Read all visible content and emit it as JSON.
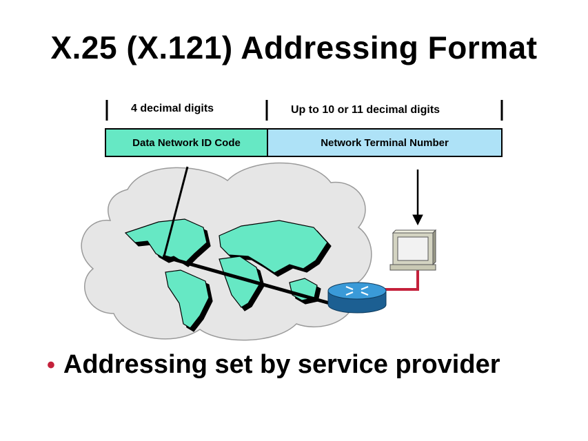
{
  "title": "X.25 (X.121) Addressing Format",
  "format": {
    "left_label": "4 decimal digits",
    "right_label": "Up to 10 or 11 decimal digits",
    "left_field": "Data Network ID Code",
    "right_field": "Network Terminal Number",
    "left_color": "#66e8c4",
    "right_color": "#aee2f7"
  },
  "bullet": "Addressing set by service provider",
  "colors": {
    "bullet": "#c4213b",
    "cloud": "#e6e6e6",
    "continents": "#66e8c4",
    "router": "#2f86c6",
    "serial_link": "#c4213b"
  },
  "icons": [
    "world-map-icon",
    "cloud-icon",
    "router-icon",
    "terminal-icon"
  ]
}
